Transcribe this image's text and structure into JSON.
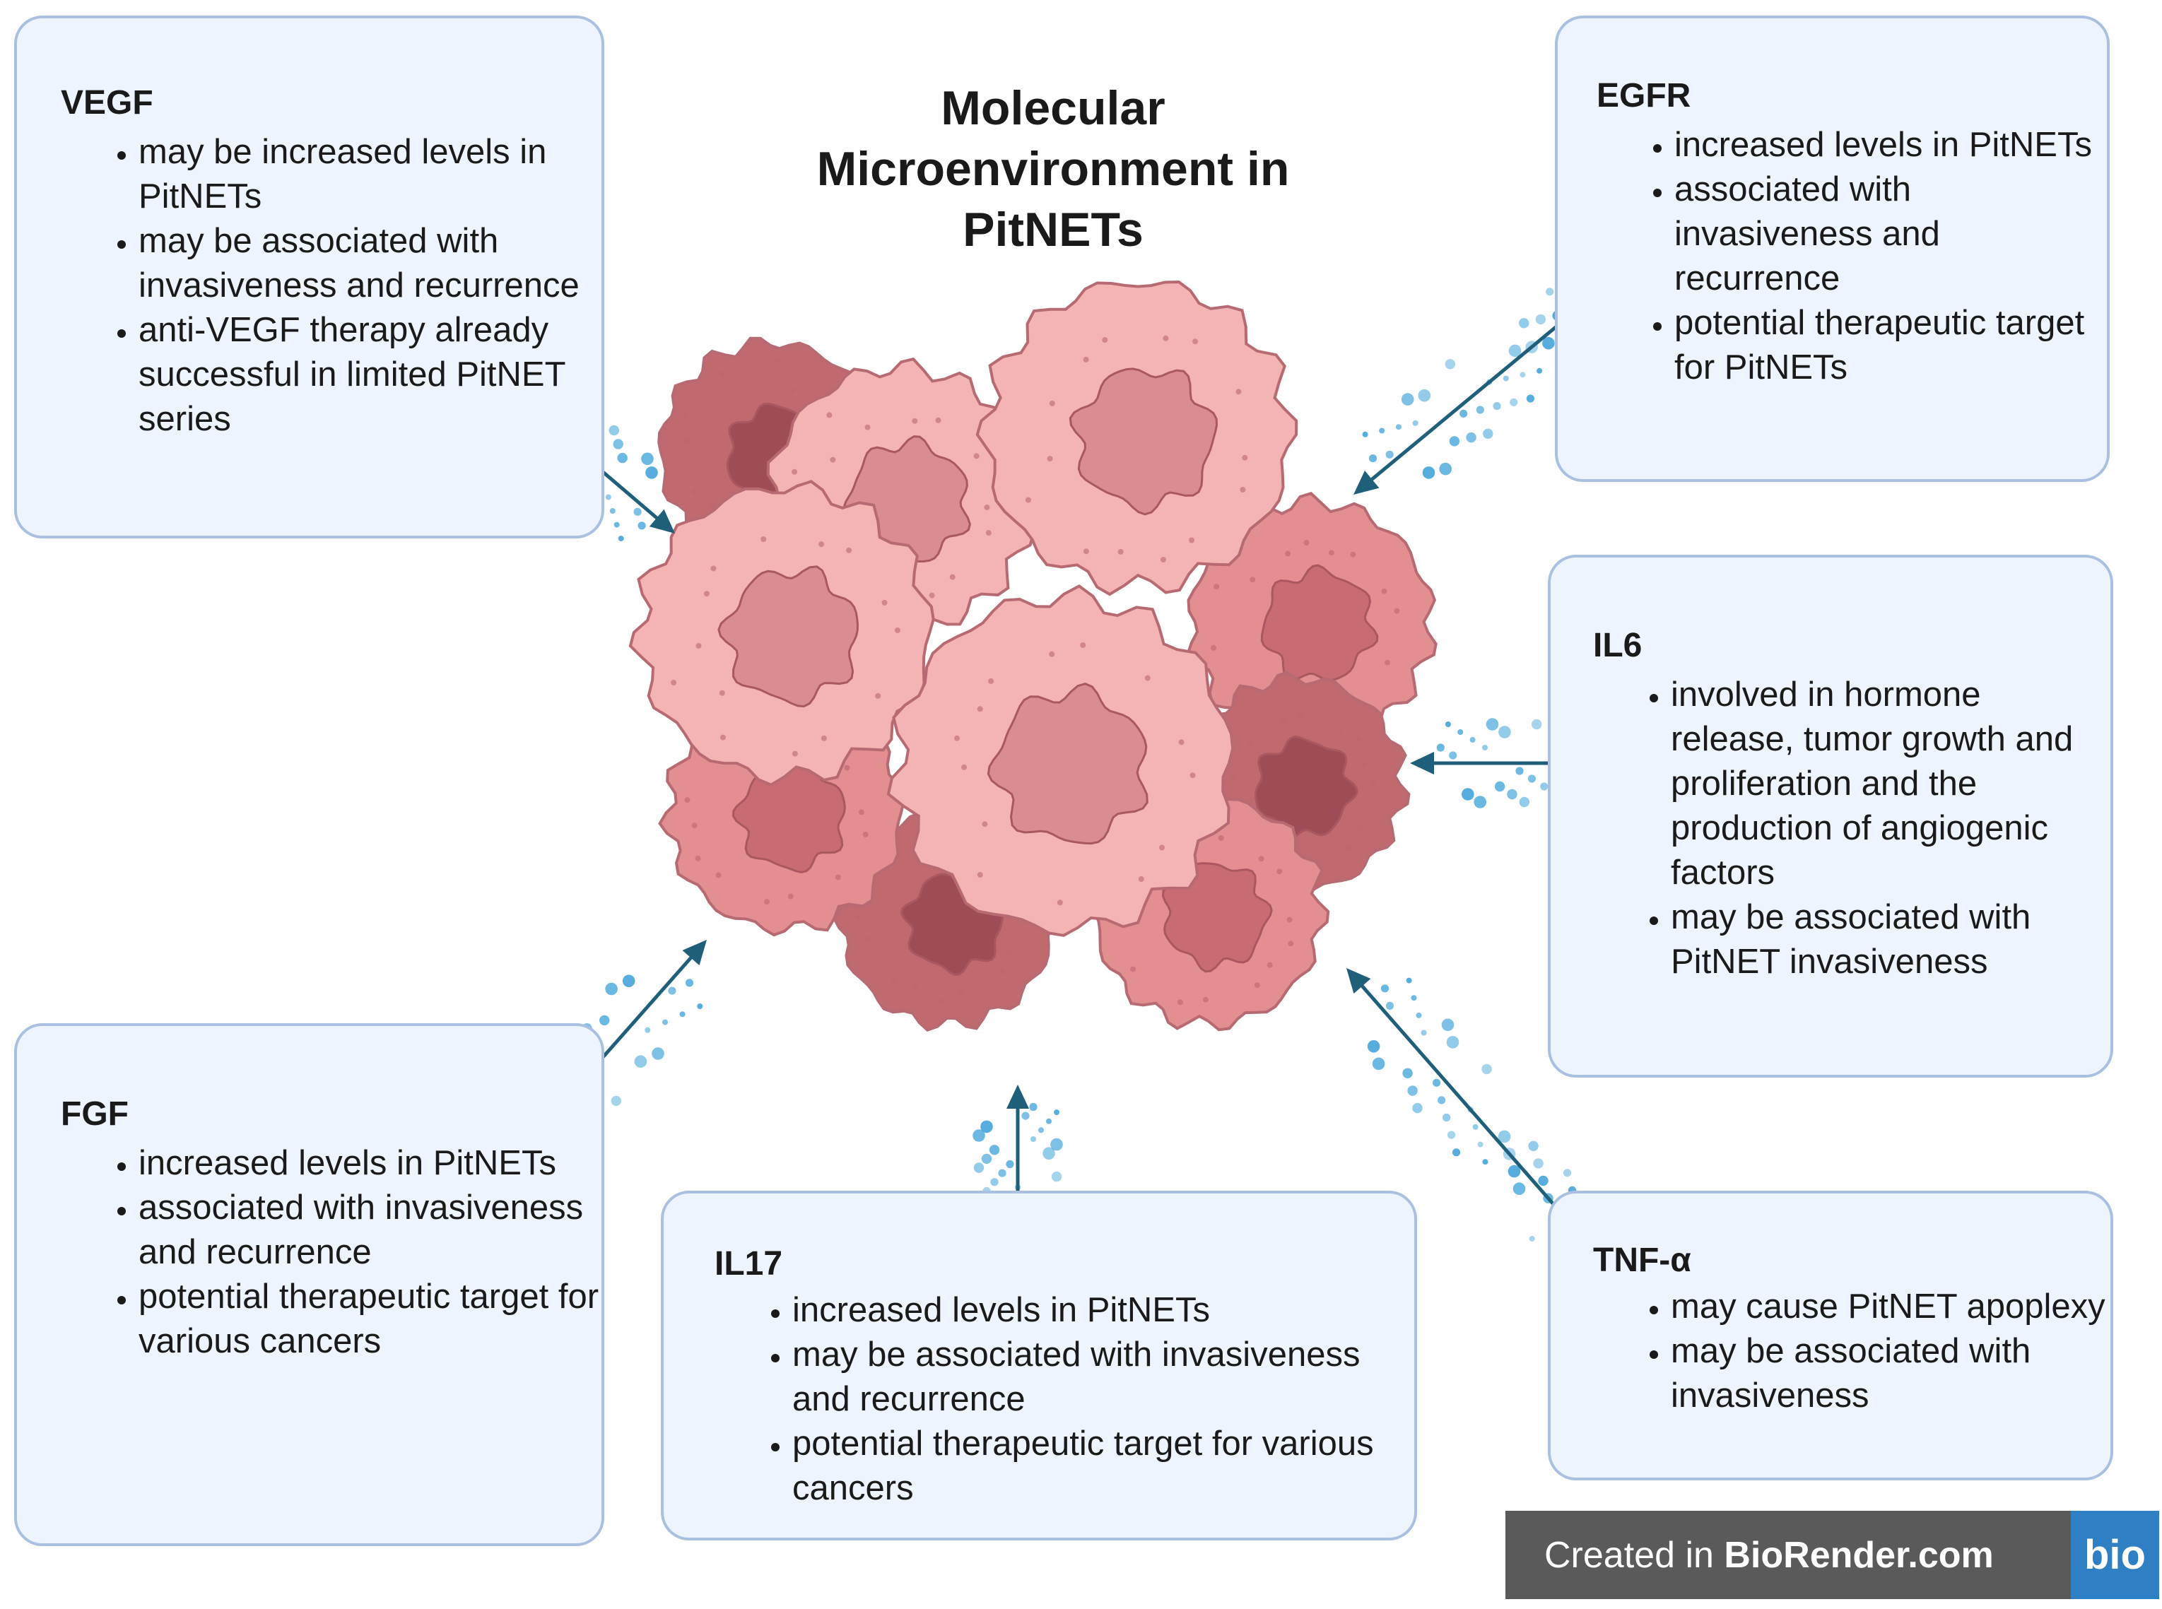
{
  "title_lines": [
    "Molecular",
    "Microenvironment in",
    "PitNETs"
  ],
  "boxes": {
    "vegf": {
      "heading": "VEGF",
      "items": [
        "may be increased levels in PitNETs",
        "may be associated with invasiveness and recurrence",
        "anti-VEGF therapy already successful in limited PitNET series"
      ]
    },
    "egfr": {
      "heading": "EGFR",
      "items": [
        "increased levels in PitNETs",
        "associated with invasiveness and recurrence",
        "potential therapeutic target for PitNETs"
      ]
    },
    "il6": {
      "heading": "IL6",
      "items": [
        "involved in hormone release, tumor growth and proliferation and the production of angiogenic factors",
        "may be associated with PitNET invasiveness"
      ]
    },
    "fgf": {
      "heading": "FGF",
      "items": [
        "increased levels in PitNETs",
        "associated with invasiveness and recurrence",
        "potential therapeutic target for various cancers"
      ]
    },
    "il17": {
      "heading": "IL17",
      "items": [
        "increased levels in PitNETs",
        "may be associated with invasiveness and recurrence",
        "potential therapeutic target for various cancers"
      ]
    },
    "tnf": {
      "heading": "TNF-α",
      "items": [
        "may cause PitNET apoplexy",
        "may be associated with invasiveness"
      ]
    }
  },
  "badge": {
    "prefix": "Created in ",
    "brand": "BioRender.com",
    "logo": "bio"
  },
  "colors": {
    "box_fill": "#eef4fd",
    "box_border": "#a9c0e2",
    "arrow": "#1f5f7a",
    "dots": "#3aa0d8",
    "cell_light": "#f4b4b4",
    "cell_mid": "#e38f92",
    "cell_dark": "#c06a70"
  }
}
